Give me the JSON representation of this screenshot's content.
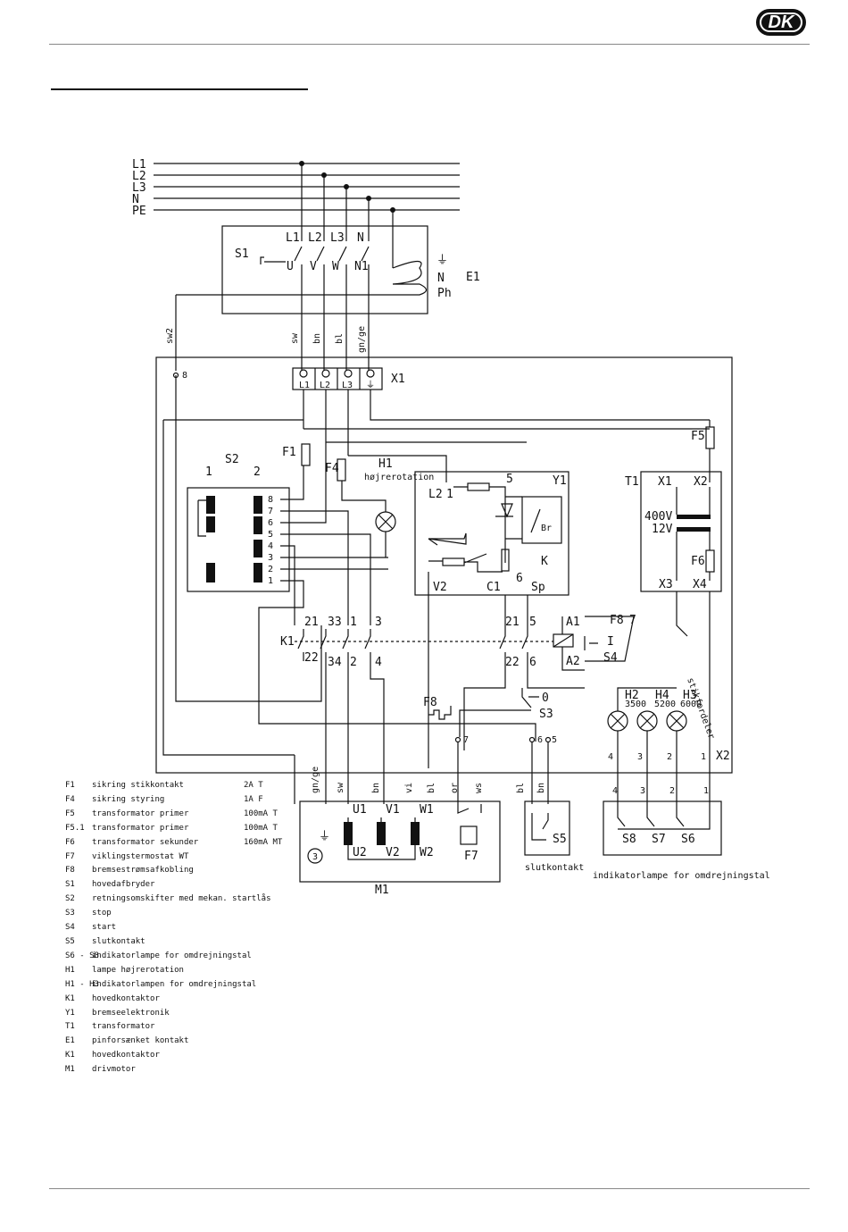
{
  "header": {
    "country_badge": "DK"
  },
  "bus": {
    "lines": [
      "L1",
      "L2",
      "L3",
      "N",
      "PE"
    ]
  },
  "components": {
    "S1": {
      "label": "S1",
      "terminals_in": [
        "L1",
        "L2",
        "L3",
        "N"
      ],
      "terminals_out": [
        "U",
        "V",
        "W",
        "N1"
      ]
    },
    "E1": {
      "label": "E1",
      "terminals": [
        "N",
        "Ph"
      ]
    },
    "X1": {
      "label": "X1",
      "terminals": [
        "L1",
        "L2",
        "L3"
      ],
      "terminal_8": "8"
    },
    "F1": {
      "label": "F1"
    },
    "F4": {
      "label": "F4"
    },
    "F5": {
      "label": "F5"
    },
    "F6": {
      "label": "F6"
    },
    "H1": {
      "label": "H1",
      "caption": "højrerotation"
    },
    "S2": {
      "label": "S2",
      "columns": [
        "1",
        "2"
      ],
      "pins": [
        "8",
        "7",
        "6",
        "5",
        "4",
        "3",
        "2",
        "1"
      ]
    },
    "Y1": {
      "label": "Y1",
      "terminals": [
        "L2",
        "1",
        "5",
        "V2",
        "C1",
        "6",
        "Sp",
        "K"
      ],
      "brake": "Br"
    },
    "T1": {
      "label": "T1",
      "terminals": [
        "X1",
        "X2",
        "X3",
        "X4"
      ],
      "primary": "400V",
      "secondary": "12V"
    },
    "K1": {
      "label": "K1",
      "contacts_top": [
        "21",
        "33",
        "1",
        "3"
      ],
      "contacts_bottom": [
        "22",
        "34",
        "2",
        "4"
      ]
    },
    "K1b": {
      "contacts_top": [
        "21",
        "5"
      ],
      "contacts_bottom": [
        "22",
        "6"
      ],
      "coil": [
        "A1",
        "A2"
      ]
    },
    "S4": {
      "label": "S4",
      "symbol": "I"
    },
    "S3": {
      "label": "S3",
      "symbol": "0"
    },
    "F8": {
      "label": "F8",
      "pin": "7"
    },
    "F8b": {
      "label": "F8"
    },
    "H2": {
      "label": "H2",
      "rating": "3500"
    },
    "H4": {
      "label": "H4",
      "rating": "5200"
    },
    "H3": {
      "label": "H3",
      "rating": "6000"
    },
    "X2": {
      "label": "X2",
      "pins": [
        "4",
        "3",
        "2",
        "1"
      ]
    },
    "strip": {
      "pins": [
        "7",
        "6",
        "5"
      ]
    },
    "stikfordeler": "stikfordeler",
    "M1": {
      "label": "M1",
      "terminals": [
        "U1",
        "V1",
        "W1",
        "U2",
        "V2",
        "W2"
      ],
      "earth_no": "3",
      "thermo": "F7"
    },
    "S5": {
      "label": "S5",
      "caption": "slutkontakt"
    },
    "S678": {
      "labels": [
        "S8",
        "S7",
        "S6"
      ],
      "pins": [
        "4",
        "3",
        "2",
        "1"
      ],
      "caption": "indikatorlampe for omdrejningstal"
    }
  },
  "wire_colors": {
    "top": [
      "sw2",
      "sw",
      "bn",
      "bl",
      "gn/ge"
    ],
    "bottom": [
      "gn/ge",
      "sw",
      "bn",
      "vi",
      "bl",
      "or",
      "ws",
      "bl",
      "bn"
    ]
  },
  "legend": [
    {
      "code": "F1",
      "text": "sikring stikkontakt",
      "rating": "2A T"
    },
    {
      "code": "F4",
      "text": "sikring styring",
      "rating": "1A F"
    },
    {
      "code": "F5",
      "text": "transformator primer",
      "rating": "100mA T"
    },
    {
      "code": "F5.1",
      "text": "transformator primer",
      "rating": "100mA T"
    },
    {
      "code": "F6",
      "text": "transformator sekunder",
      "rating": "160mA MT"
    },
    {
      "code": "F7",
      "text": "viklingstermostat   WT",
      "rating": ""
    },
    {
      "code": "F8",
      "text": "bremsestrømsafkobling",
      "rating": ""
    },
    {
      "code": "S1",
      "text": "hovedafbryder",
      "rating": ""
    },
    {
      "code": "S2",
      "text": "retningsomskifter med mekan. startlås",
      "rating": ""
    },
    {
      "code": "S3",
      "text": "stop",
      "rating": ""
    },
    {
      "code": "S4",
      "text": "start",
      "rating": ""
    },
    {
      "code": "S5",
      "text": "slutkontakt",
      "rating": ""
    },
    {
      "code": "S6 - S8",
      "text": "indikatorlampe for omdrejningstal",
      "rating": ""
    },
    {
      "code": "H1",
      "text": "lampe højrerotation",
      "rating": ""
    },
    {
      "code": "H1 - H3",
      "text": "indikatorlampen for omdrejningstal",
      "rating": ""
    },
    {
      "code": "K1",
      "text": "hovedkontaktor",
      "rating": ""
    },
    {
      "code": "Y1",
      "text": "bremseelektronik",
      "rating": ""
    },
    {
      "code": "T1",
      "text": "transformator",
      "rating": ""
    },
    {
      "code": "E1",
      "text": "pinforsænket kontakt",
      "rating": ""
    },
    {
      "code": "K1",
      "text": "hovedkontaktor",
      "rating": ""
    },
    {
      "code": "M1",
      "text": "drivmotor",
      "rating": ""
    }
  ]
}
